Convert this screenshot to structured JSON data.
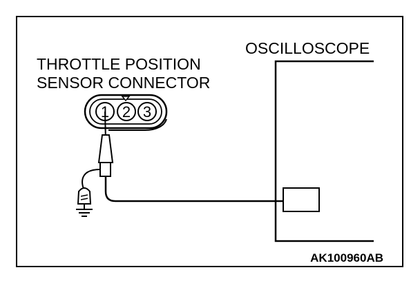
{
  "diagram": {
    "sensor_label_line1": "THROTTLE POSITION",
    "sensor_label_line2": "SENSOR CONNECTOR",
    "oscilloscope_label": "OSCILLOSCOPE",
    "pins": [
      "1",
      "2",
      "3"
    ],
    "figure_code": "AK100960AB"
  }
}
